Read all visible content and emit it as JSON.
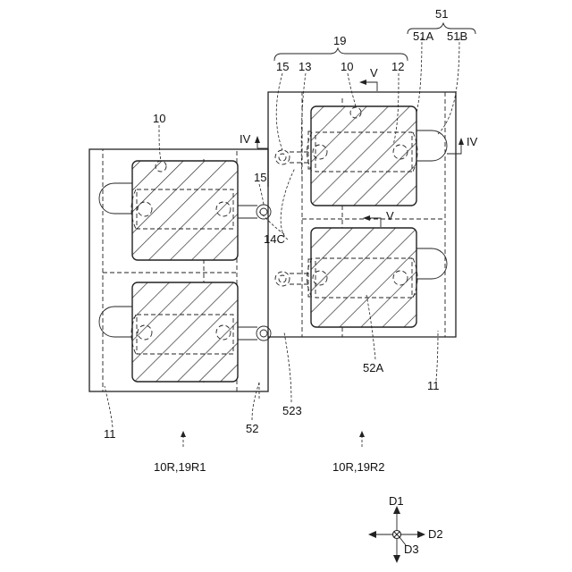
{
  "labels": {
    "ref_51": "51",
    "ref_51A": "51A",
    "ref_51B": "51B",
    "ref_19": "19",
    "ref_15_top": "15",
    "ref_13": "13",
    "ref_10_top": "10",
    "ref_V_top": "V",
    "ref_12": "12",
    "ref_IV_left": "IV",
    "ref_IV_right": "IV",
    "ref_10_left": "10",
    "ref_15_mid": "15",
    "ref_14C": "14C",
    "ref_V_mid": "V",
    "ref_52A": "52A",
    "ref_11_right": "11",
    "ref_11_left": "11",
    "ref_523": "523",
    "ref_52": "52",
    "ref_10R_19R1": "10R,19R1",
    "ref_10R_19R2": "10R,19R2",
    "dir_D1": "D1",
    "dir_D2": "D2",
    "dir_D3": "D3"
  }
}
